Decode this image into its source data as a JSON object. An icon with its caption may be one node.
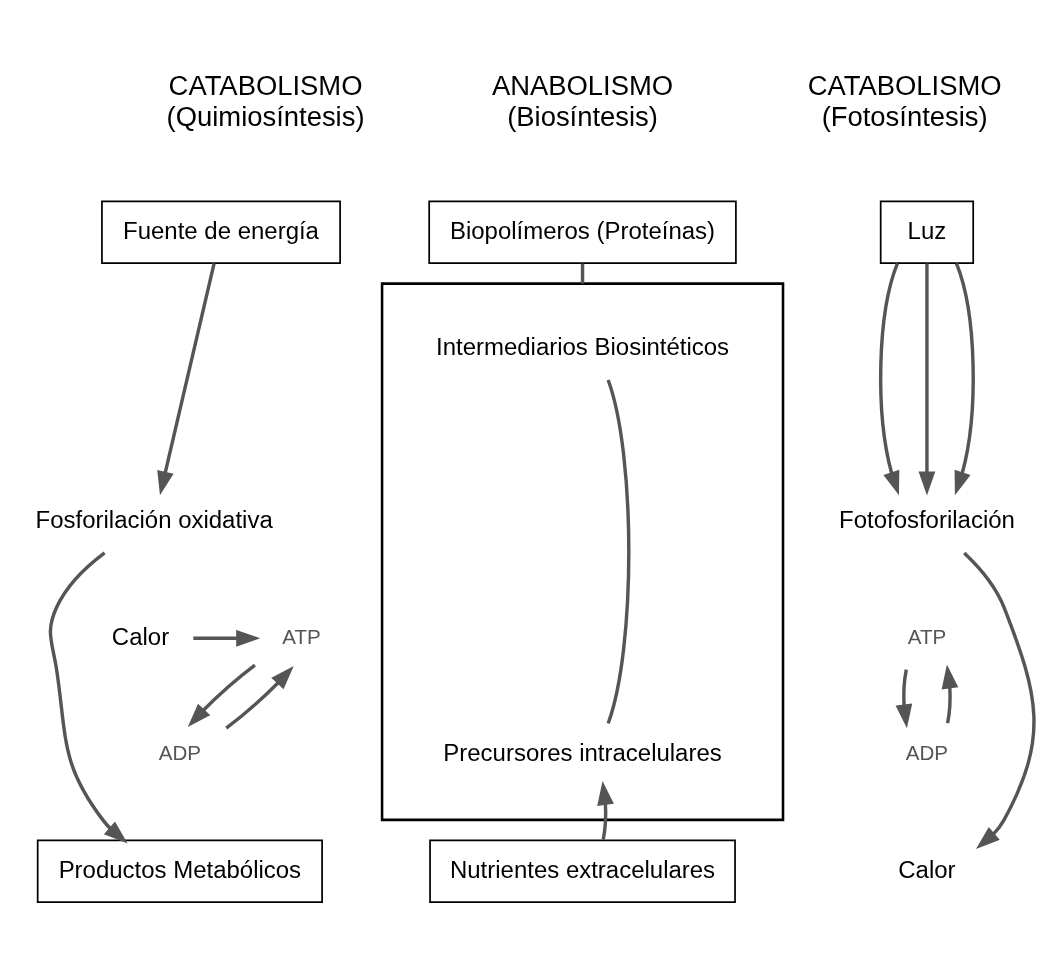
{
  "diagram": {
    "nodes": [
      {
        "text": [
          "Fuente de energía"
        ]
      },
      {
        "text": [
          "Fosforilación oxidativa"
        ]
      },
      {
        "text": [
          "Productos Metabólicos"
        ]
      },
      {
        "text": [
          "Calor"
        ]
      },
      {
        "text": [
          "ATP"
        ]
      },
      {
        "text": [
          "ADP"
        ]
      },
      {
        "text": [
          "Biopolímeros (Proteínas)"
        ]
      },
      {
        "text": [],
        "shape": "box"
      },
      {
        "text": [
          "Intermediarios Biosintéticos"
        ],
        "in": 7
      },
      {
        "text": [
          "Precursores intracelulares"
        ],
        "in": 7
      },
      {
        "text": [
          "Nutrientes extracelulares"
        ]
      },
      {
        "text": [
          "Luz"
        ]
      },
      {
        "text": [
          "Fotofosforilación"
        ]
      },
      {
        "text": [
          "ATP"
        ]
      },
      {
        "text": [
          "ADP"
        ]
      },
      {
        "text": [
          "Calor"
        ]
      }
    ],
    "edges": [
      {
        "from": 0,
        "to": 1,
        "arrow": "to"
      },
      {
        "from": 1,
        "to": 2,
        "arrow": "to"
      },
      {
        "from": 3,
        "to": 4,
        "arrow": "to"
      },
      {
        "from": 5,
        "to": 4,
        "arrow": "to"
      },
      {
        "from": 4,
        "to": 5,
        "arrow": "to"
      },
      {
        "from": 6,
        "to": 7,
        "arrow": "none"
      },
      {
        "from": 9,
        "to": 8,
        "arrow": "none"
      },
      {
        "from": 10,
        "to": 9,
        "arrow": "to"
      },
      {
        "from": 11,
        "to": 12,
        "arrow": "to"
      },
      {
        "from": 11,
        "to": 12,
        "arrow": "to"
      },
      {
        "from": 11,
        "to": 12,
        "arrow": "to"
      },
      {
        "from": 12,
        "to": 15,
        "arrow": "to"
      },
      {
        "from": 14,
        "to": 13,
        "arrow": "to"
      },
      {
        "from": 13,
        "to": 14,
        "arrow": "to"
      }
    ],
    "labels": [
      "CATABOLISMO (Quimiosíntesis)",
      "ANABOLISMO (Biosíntesis)",
      "CATABOLISMO (Fotosíntesis)"
    ]
  }
}
